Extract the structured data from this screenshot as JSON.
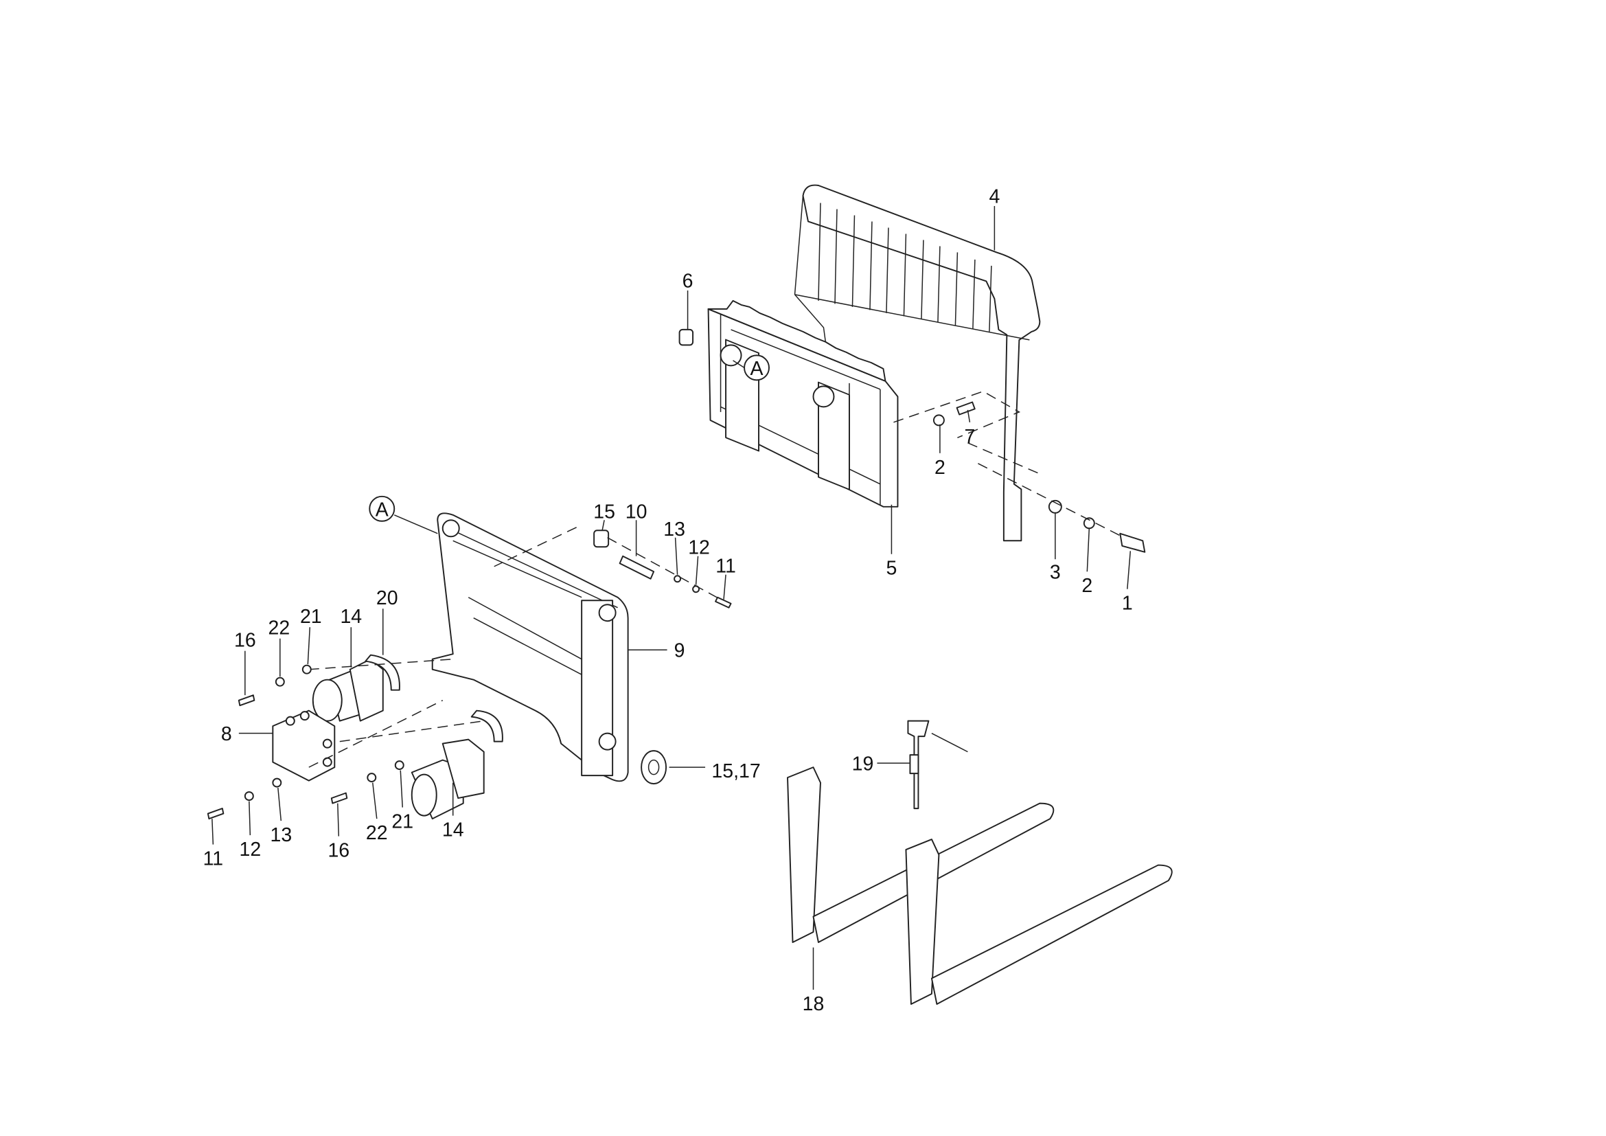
{
  "diagram": {
    "type": "exploded-parts-view",
    "callouts": [
      {
        "text": "4"
      },
      {
        "text": "6"
      },
      {
        "text": "7"
      },
      {
        "text": "2"
      },
      {
        "text": "5"
      },
      {
        "text": "3"
      },
      {
        "text": "2"
      },
      {
        "text": "1"
      },
      {
        "text": "A"
      },
      {
        "text": "A"
      },
      {
        "text": "15"
      },
      {
        "text": "10"
      },
      {
        "text": "13"
      },
      {
        "text": "12"
      },
      {
        "text": "11"
      },
      {
        "text": "9"
      },
      {
        "text": "20"
      },
      {
        "text": "21"
      },
      {
        "text": "14"
      },
      {
        "text": "22"
      },
      {
        "text": "16"
      },
      {
        "text": "8"
      },
      {
        "text": "15,17"
      },
      {
        "text": "19"
      },
      {
        "text": "11"
      },
      {
        "text": "12"
      },
      {
        "text": "13"
      },
      {
        "text": "16"
      },
      {
        "text": "22"
      },
      {
        "text": "21"
      },
      {
        "text": "14"
      },
      {
        "text": "18"
      }
    ]
  }
}
